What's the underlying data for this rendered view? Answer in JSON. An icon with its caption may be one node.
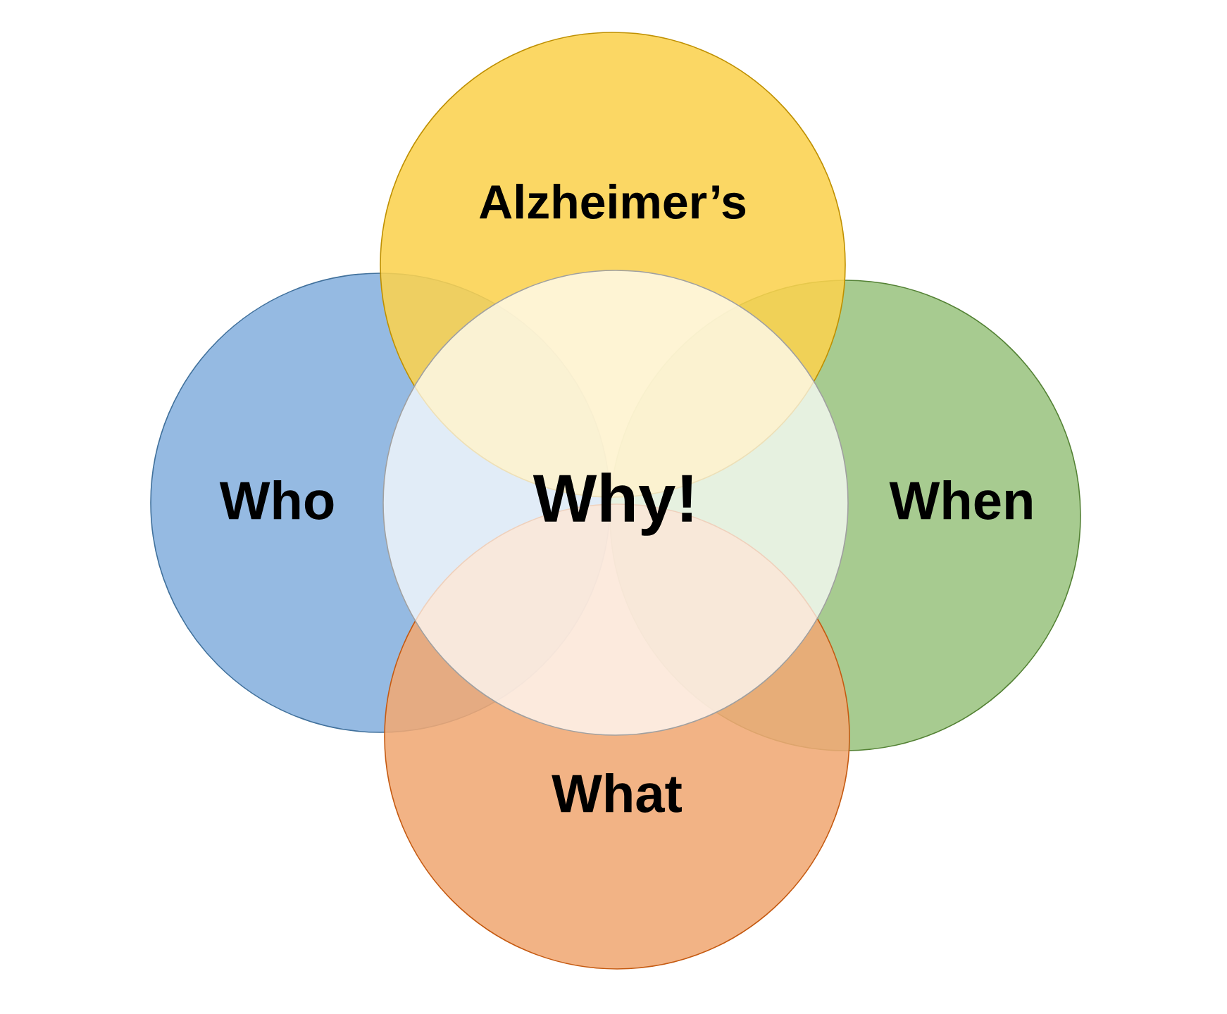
{
  "diagram": {
    "nodes": [
      {
        "text": [
          "Alzheimer’s"
        ]
      },
      {
        "text": [
          "Who"
        ]
      },
      {
        "text": [
          "Why!"
        ]
      },
      {
        "text": [
          "When"
        ]
      },
      {
        "text": [
          "What"
        ]
      }
    ]
  }
}
